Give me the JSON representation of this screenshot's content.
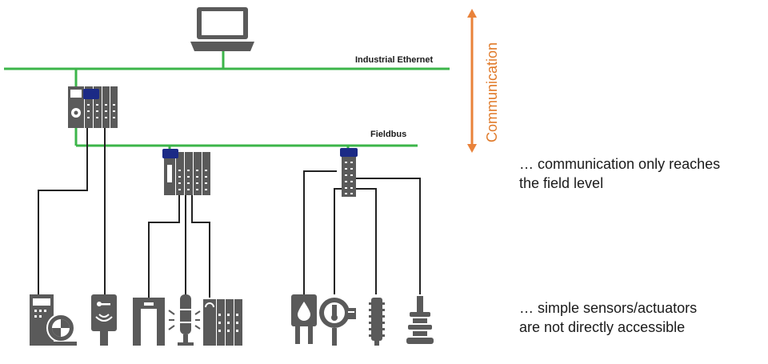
{
  "labels": {
    "industrial_ethernet": "Industrial Ethernet",
    "fieldbus": "Fieldbus",
    "communication": "Communication"
  },
  "notes": {
    "top": [
      "… communication only reaches",
      "the field level"
    ],
    "bottom": [
      "… simple sensors/actuators",
      "are not directly accessible"
    ]
  },
  "colors": {
    "bus_green": "#3cb54a",
    "arrow_orange": "#e9823a",
    "device_gray": "#5a5a5a",
    "module_blue": "#1b2a86"
  },
  "icons": [
    "laptop-icon",
    "controller-icon",
    "io-module-icon",
    "compact-io-module-icon",
    "drive-icon",
    "rfid-reader-icon",
    "light-barrier-icon",
    "signal-tower-icon",
    "modular-io-icon",
    "flow-sensor-icon",
    "temperature-sensor-icon",
    "linear-sensor-icon",
    "ultrasonic-sensor-icon"
  ]
}
